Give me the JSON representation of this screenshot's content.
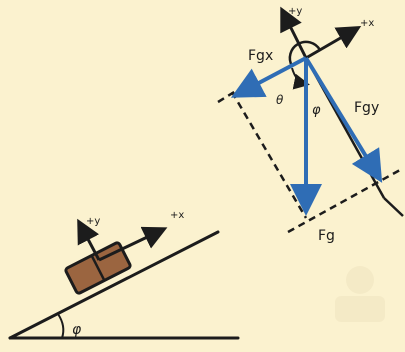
{
  "incline": {
    "axis_x": "+x",
    "axis_y": "+y",
    "angle": "φ"
  },
  "force_diagram": {
    "axis_x": "+x",
    "axis_y": "+y",
    "force_gx": "Fgx",
    "force_gy": "Fgy",
    "force_g": "Fg",
    "angle_theta": "θ",
    "angle_phi": "φ"
  },
  "colors": {
    "background": "#fbf2cf",
    "ink": "#1c1c1c",
    "force_blue": "#2f6db5",
    "block": "#9b6540"
  }
}
